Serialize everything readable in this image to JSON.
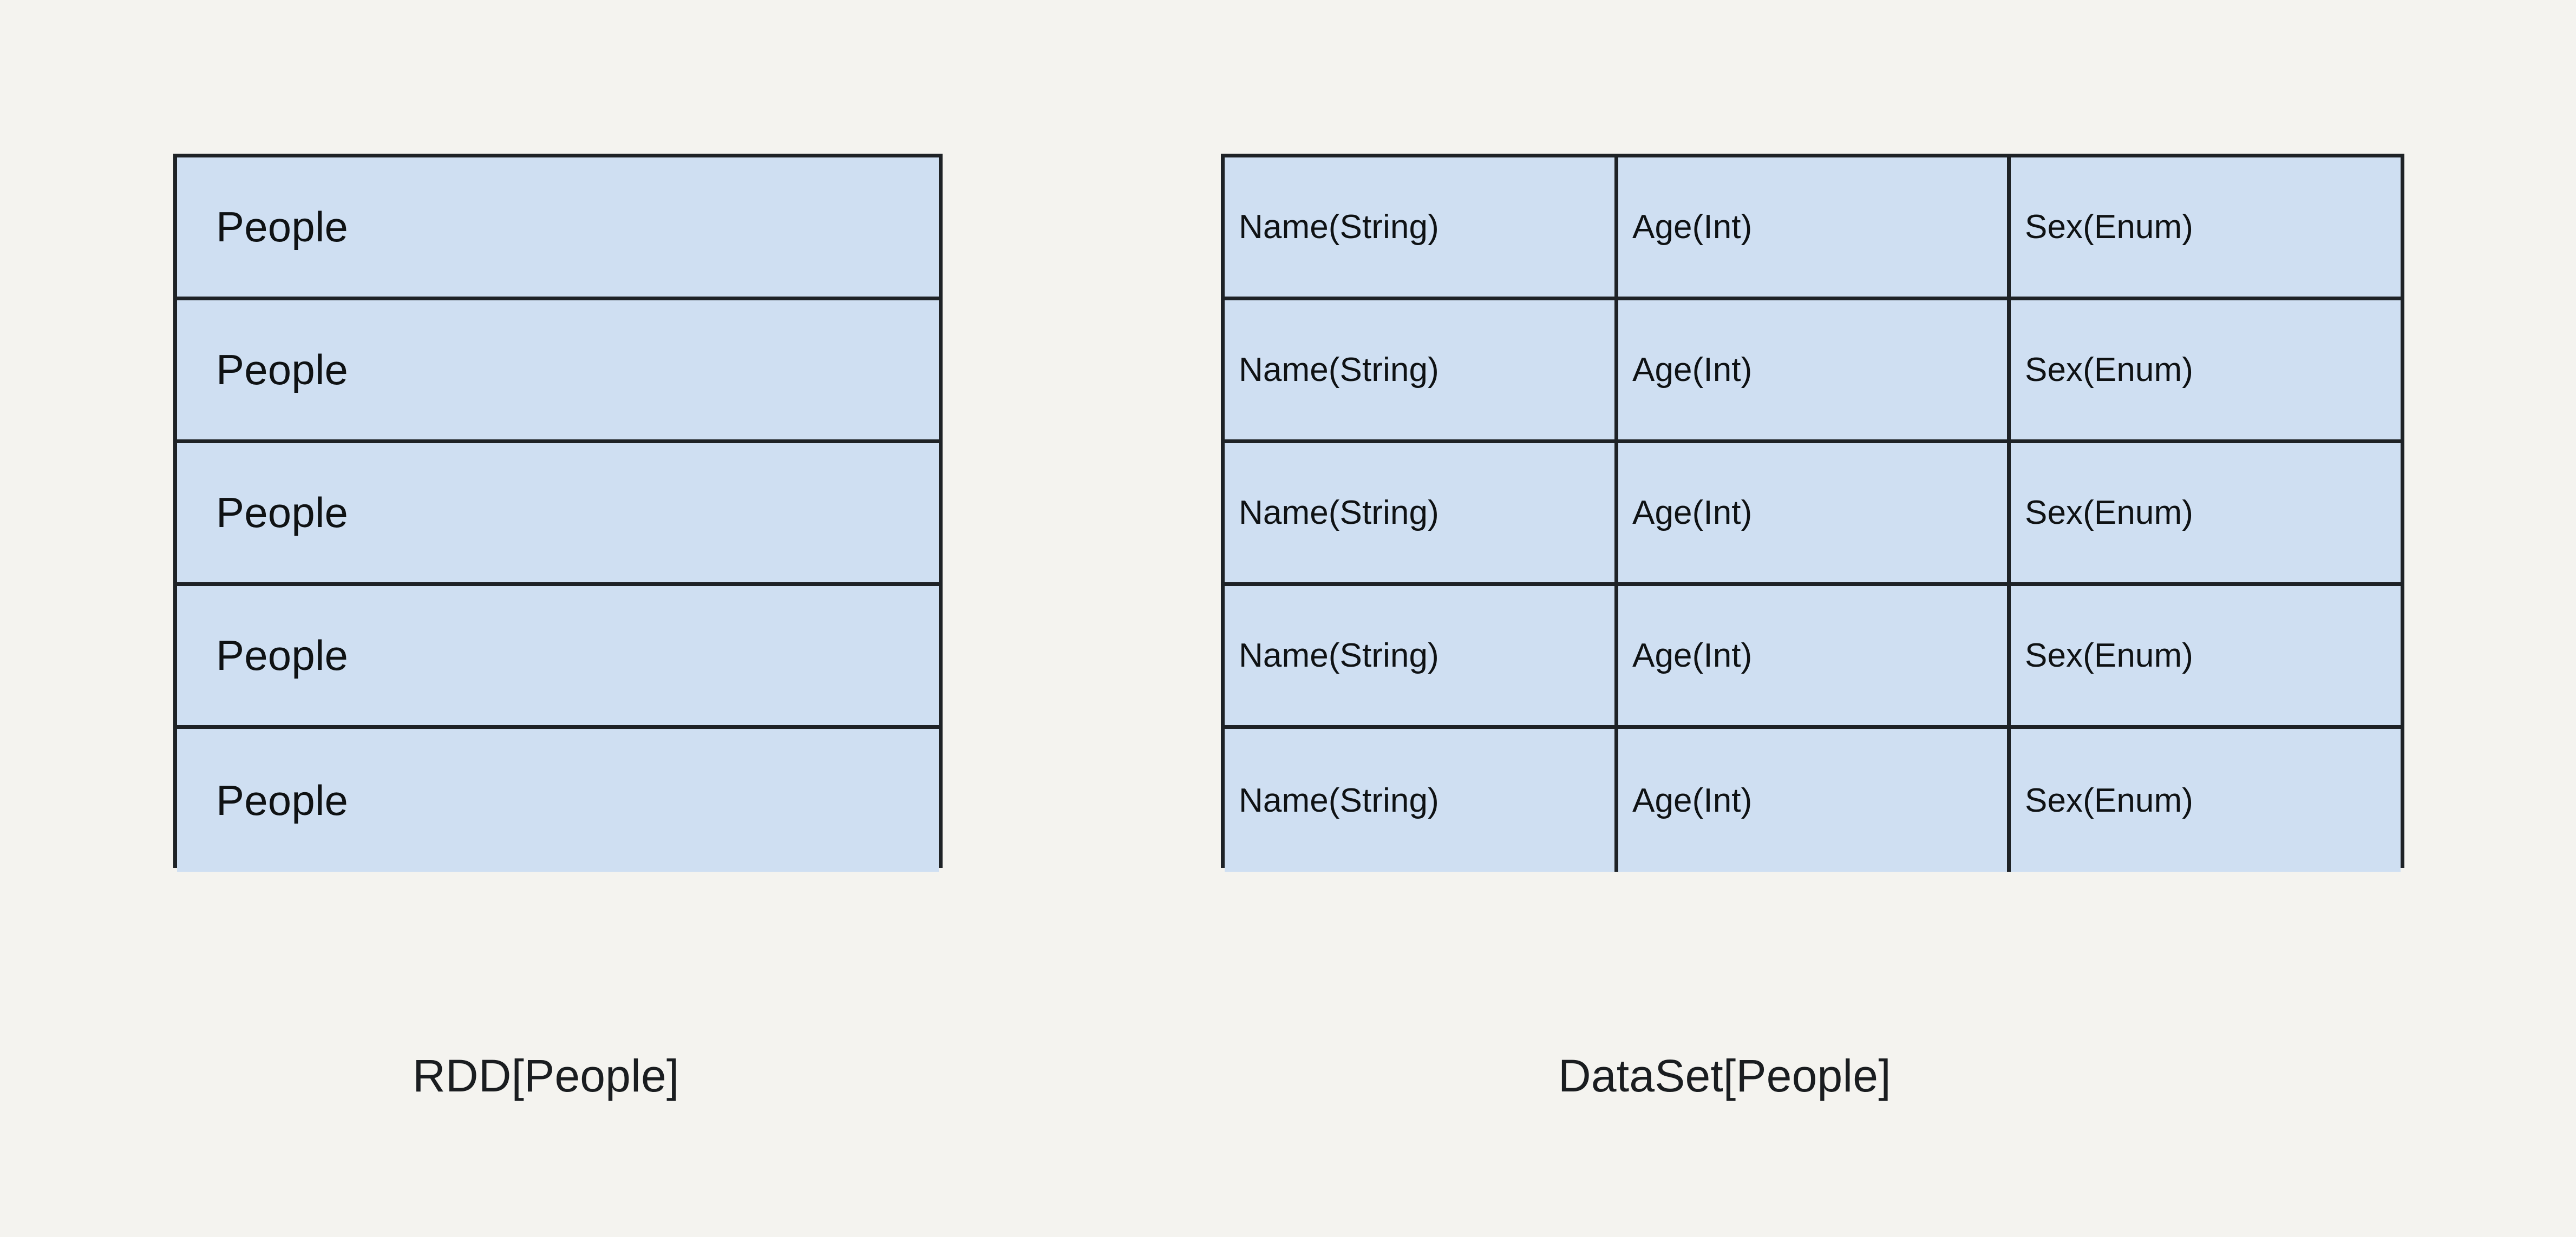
{
  "diagram": {
    "background_color": "#f4f3ef",
    "cell_fill_color": "#cfdff2",
    "border_color": "#1e2226",
    "text_color": "#0f1214"
  },
  "left_table": {
    "caption": "RDD[People]",
    "row_count": 5,
    "column_count": 1,
    "rows": [
      {
        "cells": [
          "People"
        ]
      },
      {
        "cells": [
          "People"
        ]
      },
      {
        "cells": [
          "People"
        ]
      },
      {
        "cells": [
          "People"
        ]
      },
      {
        "cells": [
          "People"
        ]
      }
    ]
  },
  "right_table": {
    "caption": "DataSet[People]",
    "row_count": 5,
    "column_count": 3,
    "rows": [
      {
        "cells": [
          "Name(String)",
          "Age(Int)",
          "Sex(Enum)"
        ]
      },
      {
        "cells": [
          "Name(String)",
          "Age(Int)",
          "Sex(Enum)"
        ]
      },
      {
        "cells": [
          "Name(String)",
          "Age(Int)",
          "Sex(Enum)"
        ]
      },
      {
        "cells": [
          "Name(String)",
          "Age(Int)",
          "Sex(Enum)"
        ]
      },
      {
        "cells": [
          "Name(String)",
          "Age(Int)",
          "Sex(Enum)"
        ]
      }
    ]
  }
}
